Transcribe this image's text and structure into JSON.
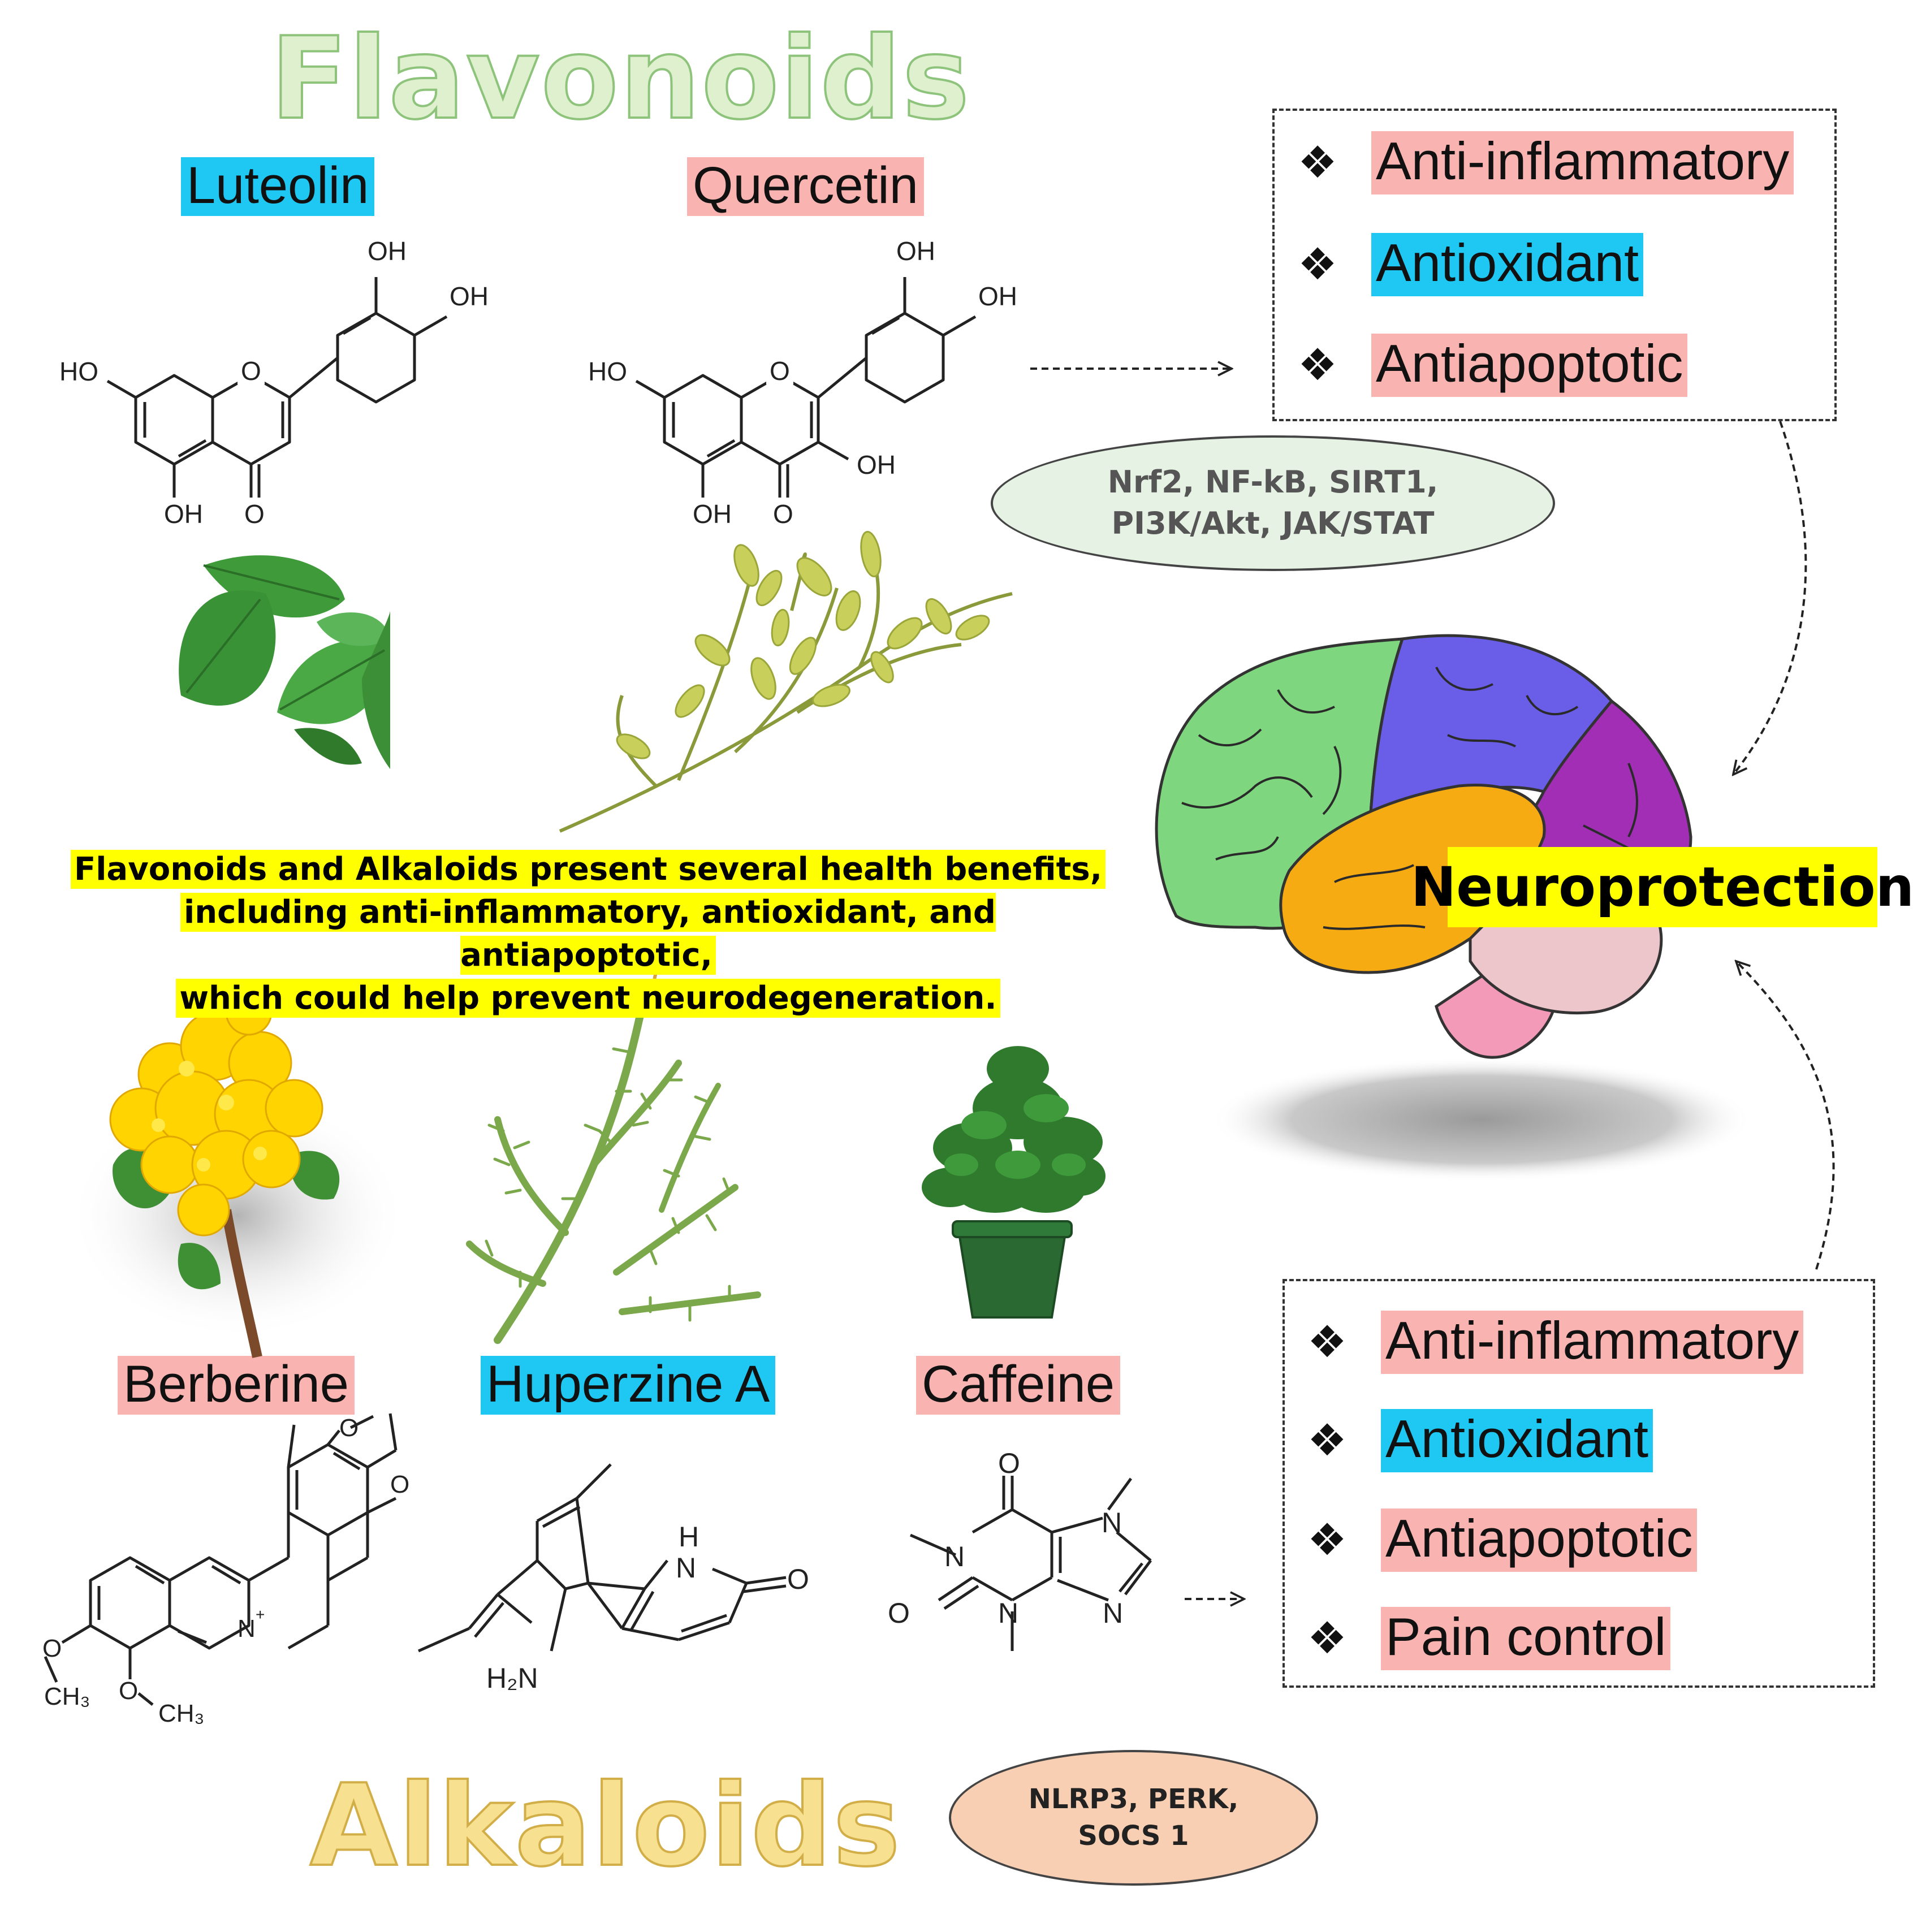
{
  "titles": {
    "flavonoids": "Flavonoids",
    "alkaloids": "Alkaloids"
  },
  "compounds": {
    "luteolin": "Luteolin",
    "quercetin": "Quercetin",
    "berberine": "Berberine",
    "huperzine_a": "Huperzine A",
    "caffeine": "Caffeine"
  },
  "atoms": {
    "oh": "OH",
    "ho": "HO",
    "o": "O",
    "n": "N",
    "nplus": "N",
    "plus": "+",
    "h": "H",
    "h2n": "H₂N",
    "ch3": "CH₃"
  },
  "flavonoid_benefits": [
    "Anti-inflammatory",
    "Antioxidant",
    "Antiapoptotic"
  ],
  "alkaloid_benefits": [
    "Anti-inflammatory",
    "Antioxidant",
    "Antiapoptotic",
    "Pain control"
  ],
  "bullet_symbol": "❖",
  "pathways": {
    "flavonoids_line1": "Nrf2, NF-kB, SIRT1,",
    "flavonoids_line2": "PI3K/Akt, JAK/STAT",
    "alkaloids_line1": "NLRP3, PERK,",
    "alkaloids_line2": "SOCS 1"
  },
  "callout": {
    "line1": "Flavonoids and Alkaloids present several health benefits,",
    "line2": "including anti-inflammatory, antioxidant, and antiapoptotic,",
    "line3": "which could help prevent neurodegeneration."
  },
  "outcome": "Neuroprotection",
  "colors": {
    "pink_highlight": "#f9b4b1",
    "blue_highlight": "#1ec8f3",
    "yellow_highlight": "#ffff00",
    "oval_green": "#e6f2e4",
    "oval_peach": "#f9cfb4",
    "brain_frontal": "#7ed67e",
    "brain_parietal": "#6a5ee8",
    "brain_occipital": "#a12eb4",
    "brain_temporal": "#f7ab12",
    "brain_cerebellum": "#ecc6ca",
    "brain_stem": "#f29ab8"
  },
  "icons": [
    "leaf-plant-icon",
    "soybean-plant-icon",
    "yellow-flower-icon",
    "clubmoss-plant-icon",
    "potted-coffee-plant-icon",
    "brain-icon"
  ]
}
